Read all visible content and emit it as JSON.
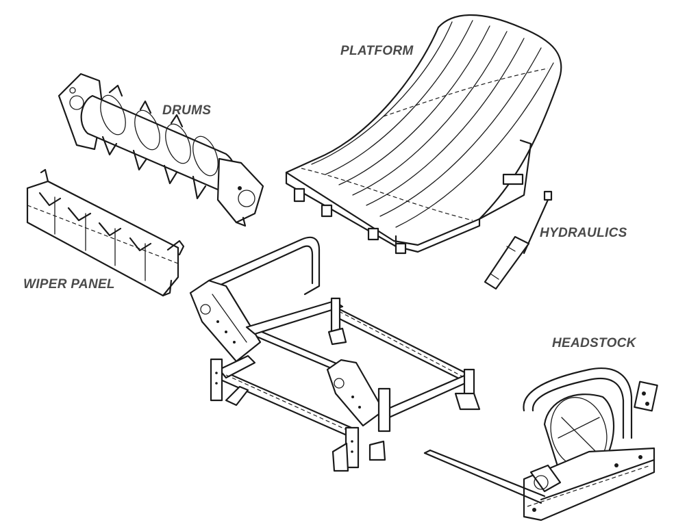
{
  "labels": {
    "platform": "PLATFORM",
    "drums": "DRUMS",
    "hydraulics": "HYDRAULICS",
    "wiper_panel": "WIPER PANEL",
    "headstock": "HEADSTOCK"
  },
  "colors": {
    "label_text": "#4a4a4a",
    "line_art": "#1a1a1a",
    "background": "#ffffff"
  }
}
